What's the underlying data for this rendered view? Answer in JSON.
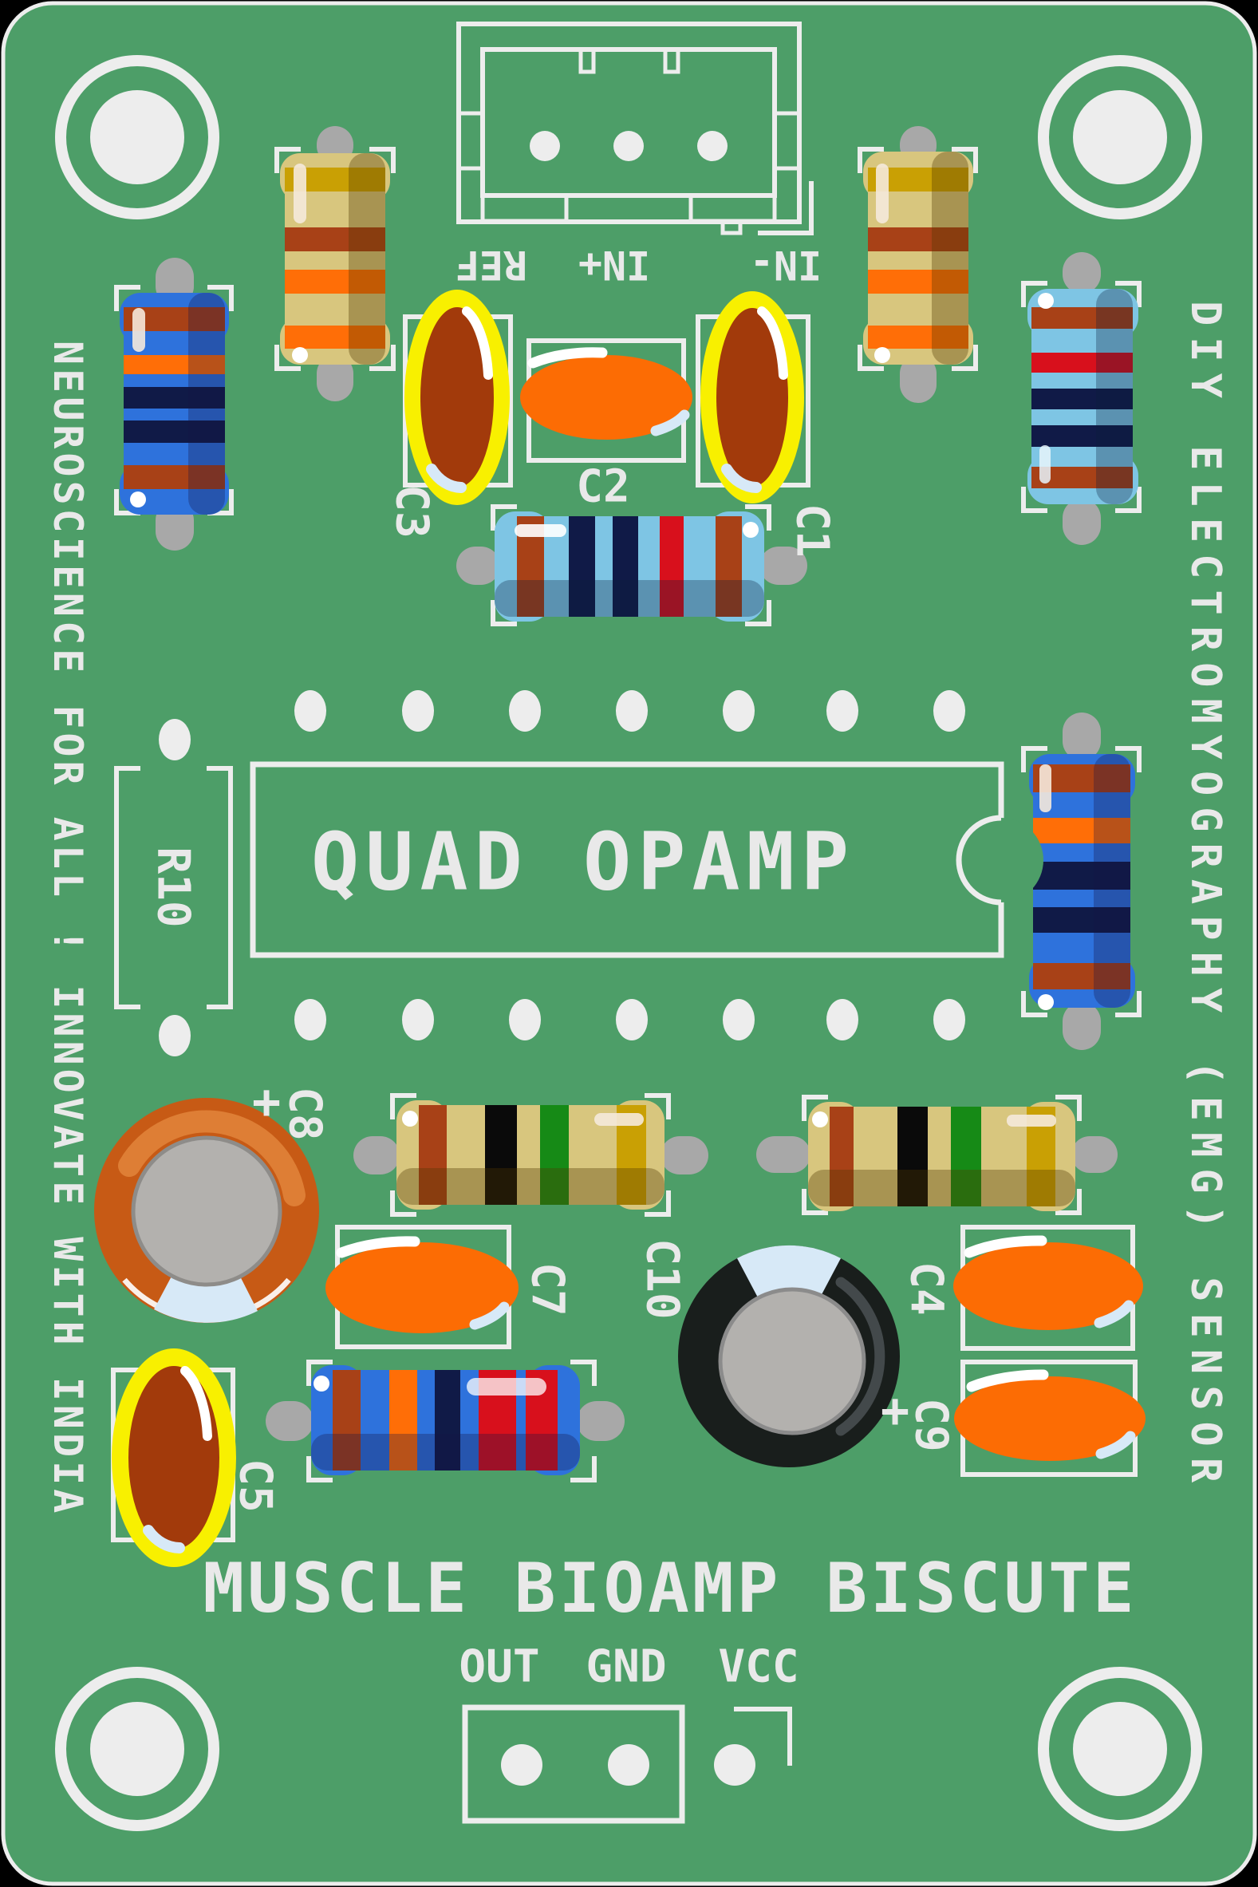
{
  "board": {
    "title": "MUSCLE BIOAMP BISCUTE",
    "ic_label": "QUAD OPAMP",
    "left_text": "NEUROSCIENCE FOR ALL ! INNOVATE WITH INDIA",
    "right_text": "DIY ELECTROMYOGRAPHY (EMG) SENSOR",
    "top_pins": [
      "REF",
      "IN+",
      "IN-"
    ],
    "bottom_pins": [
      "OUT",
      "GND",
      "VCC"
    ]
  },
  "labels": {
    "c1": "C1",
    "c2": "C2",
    "c3": "C3",
    "c4": "C4",
    "c5": "C5",
    "c7": "C7",
    "c8": "C8",
    "c9": "C9",
    "c10": "C10",
    "r10": "R10",
    "plus": "+"
  },
  "colors": {
    "board_green": "#4D9E68",
    "silkscreen": "#EDEDED",
    "text_white": "#E9E9E9",
    "lead_gray": "#A8A8A8",
    "body_blue": "#2E72DC",
    "body_light_blue": "#7EC5E4",
    "body_tan": "#D8C67E",
    "band_rust": "#A84117",
    "band_orange": "#FF6E07",
    "band_navy": "#101A47",
    "band_red": "#D8101C",
    "band_black": "#0A0A0A",
    "band_green": "#168A16",
    "band_gold": "#C9A004",
    "cap_orange": "#FC6C04",
    "cap_dark_red": "#A23A0B",
    "cap_yellow": "#F8F000",
    "c8_ring": "#C75A15",
    "c8_ring_highlight": "#DE7E35",
    "c10_ring": "#191E1C",
    "c10_ring_highlight": "#43494B",
    "metal_gray": "#B3B1AE",
    "metal_gray_dark": "#8E8C89",
    "polarity_blue": "#D7E9F7",
    "highlight_cream": "#F5E9DC"
  }
}
